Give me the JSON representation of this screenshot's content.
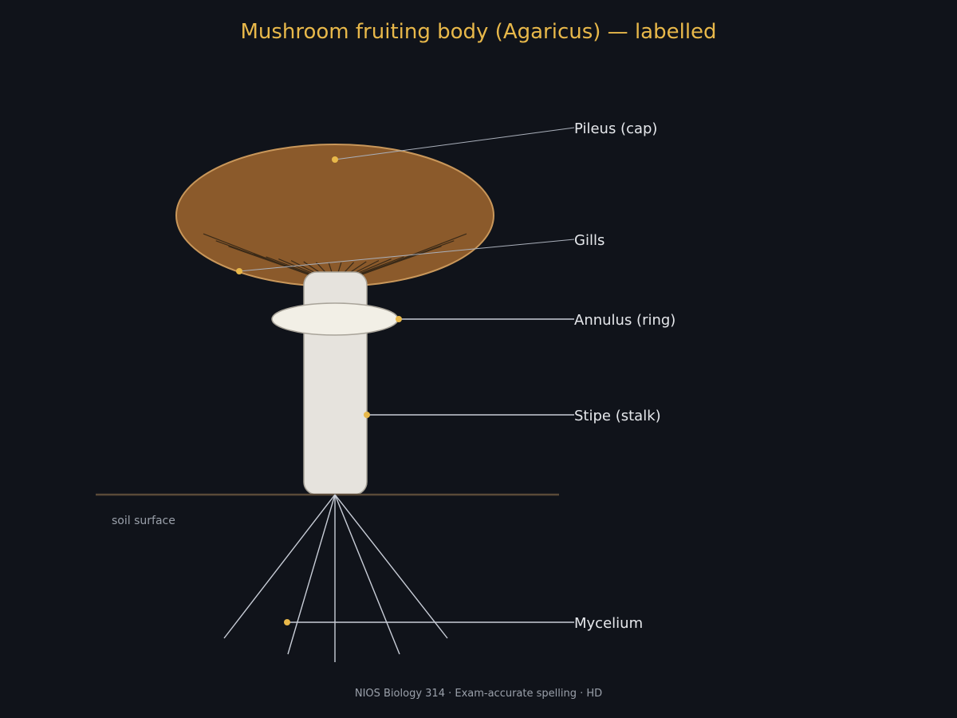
{
  "title": "Mushroom fruiting body (Agaricus) — labelled",
  "labels": {
    "pileus": "Pileus (cap)",
    "gills": "Gills",
    "annulus": "Annulus (ring)",
    "stipe": "Stipe (stalk)",
    "mycelium": "Mycelium"
  },
  "soil_note": "soil surface",
  "footer": "NIOS Biology 314 · Exam-accurate spelling · HD",
  "colors": {
    "background": "#10131a",
    "title": "#e8b84a",
    "cap_fill": "#8b5a2b",
    "cap_outline": "#c9975a",
    "stipe_fill": "#e6e3dd",
    "annulus_fill": "#f2efe6",
    "soil_line": "#5a4a38",
    "marker": "#e8b84a",
    "leader_line": "#c7ccd6"
  }
}
